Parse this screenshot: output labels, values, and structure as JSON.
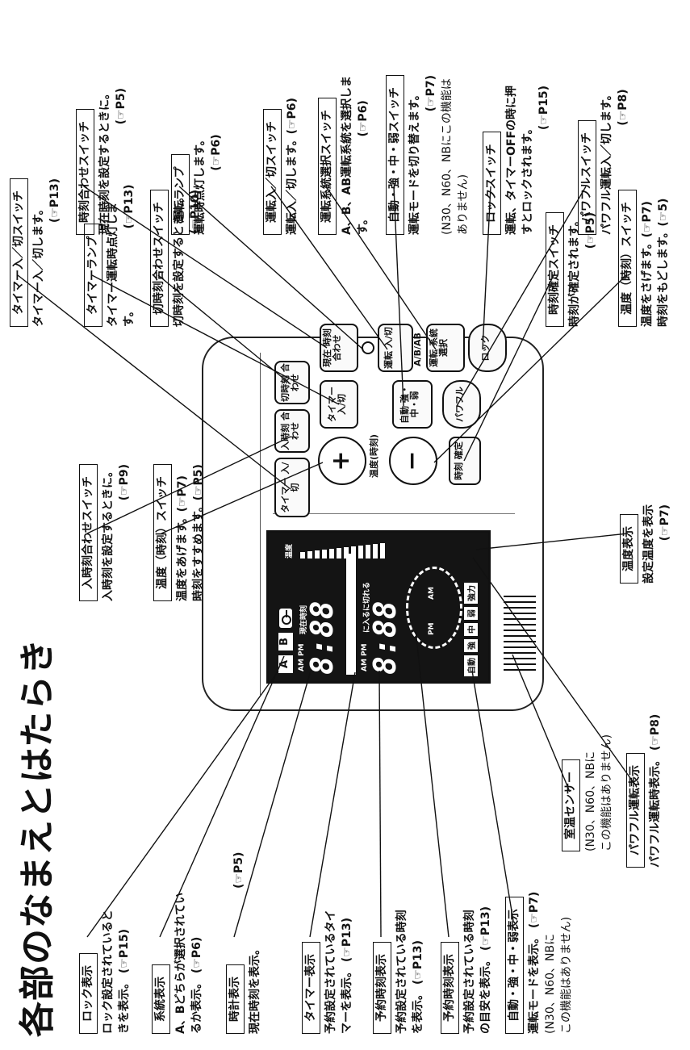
{
  "page_title": "各部のなまえとはたらき",
  "left_callouts": [
    {
      "label": "ロック表示",
      "desc": [
        "ロック設定されていると",
        "きを表示。"
      ],
      "page": "(☞P15)"
    },
    {
      "label": "系統表示",
      "desc": [
        "A、Bどちらが選択されてい",
        "るか表示。"
      ],
      "page": "(☞P6)"
    },
    {
      "label": "時計表示",
      "desc": [
        "現在時刻を表示。"
      ],
      "page": "(☞P5)"
    },
    {
      "label": "タイマー表示",
      "desc": [
        "予約設定されているタイ",
        "マーを表示。"
      ],
      "page": "(☞P13)"
    },
    {
      "label": "予約時刻表示",
      "desc": [
        "予約設定されている時刻",
        "を表示。"
      ],
      "page": "(☞P13)"
    },
    {
      "label": "予約時刻表示",
      "desc": [
        "予約設定されている時刻",
        "の目安を表示。"
      ],
      "page": "(☞P13)"
    },
    {
      "label": "自動・強・中・弱表示",
      "desc": [
        "運転モードを表示。"
      ],
      "page": "(☞P7)",
      "note": [
        "(N30、N60、NBに",
        "この機能はありません)"
      ]
    }
  ],
  "lower_callouts": [
    {
      "label": "室温センサー",
      "note": [
        "(N30、N60、NBに",
        "この機能はありません)"
      ]
    },
    {
      "label": "パワフル運転表示",
      "desc": [
        "パワフル運転時表示。"
      ],
      "page": "(☞P8)"
    },
    {
      "label": "温度表示",
      "desc": [
        "設定温度を表示"
      ],
      "page": "(☞P7)"
    }
  ],
  "mid_callouts": [
    {
      "label": "入時刻合わせスイッチ",
      "desc": [
        "入時刻を設定するときに。"
      ],
      "page": "(☞P9)"
    },
    {
      "label": "温度（時刻）スイッチ",
      "desc": [
        "温度をあげます。(☞P7)",
        "時刻をすすめます。(☞P5)"
      ]
    },
    {
      "label": "タイマー入／切スイッチ",
      "desc": [
        "タイマー入／切します。"
      ],
      "page": "(☞P13)"
    },
    {
      "label": "タイマーランプ",
      "desc": [
        "タイマー運転時点灯しま",
        "す。"
      ],
      "page": "(☞P13)"
    },
    {
      "label": "切時刻合わせスイッチ",
      "desc": [
        "切時刻を設定するときに。"
      ],
      "page": "(☞P10)"
    },
    {
      "label": "時刻確定スイッチ",
      "desc": [
        "時刻が確定されます。"
      ],
      "page": "(☞P5)"
    },
    {
      "label": "温度（時刻）スイッチ",
      "desc": [
        "温度をさげます。(☞P7)",
        "時刻をもどします。(☞5)"
      ]
    }
  ],
  "right_callouts": [
    {
      "label": "時刻合わせスイッチ",
      "desc": [
        "現在時刻を設定するときに。"
      ],
      "page": "(☞P5)"
    },
    {
      "label": "運転ランプ",
      "desc": [
        "運転時点灯します。"
      ],
      "page": "(☞P6)"
    },
    {
      "label": "運転入／切スイッチ",
      "desc": [
        "運転入／切します。(☞P6)"
      ]
    },
    {
      "label": "運転系統選択スイッチ",
      "desc": [
        "A、B、AB運転系統を選択しま",
        "す。"
      ],
      "page": "(☞P6)"
    },
    {
      "label": "自動・強・中・弱スイッチ",
      "desc": [
        "運転モードを切り替えます。"
      ],
      "page": "(☞P7)",
      "note": [
        "(N30、N60、NBにこの機能は",
        "ありません)"
      ]
    },
    {
      "label": "ロックスイッチ",
      "desc": [
        "運転、タイマーOFFの時に押",
        "すとロックされます。"
      ],
      "page": "(☞P15)"
    },
    {
      "label": "パワフルスイッチ",
      "desc": [
        "パワフル運転入／切します。"
      ],
      "page": "(☞P8)"
    }
  ],
  "lcd": {
    "clock_ampm": "AM PM",
    "clock_label": "現在時刻",
    "clock_value": "8:88",
    "timer_ampm": "AM PM",
    "timer_label": "に入るに切れる",
    "timer_value": "8:88",
    "sys_a": "A",
    "sys_b": "B",
    "mode_labels": [
      "自動",
      "強",
      "中",
      "弱"
    ],
    "dial_am": "AM",
    "dial_pm": "PM",
    "powerful": "強力",
    "temp_label": "温度"
  },
  "buttons": {
    "timer_on_off": "タイマー 入/切",
    "on_time_set": "入時刻 合わせ",
    "off_time_set": "切時刻 合わせ",
    "time_set": "現在 時刻 合わせ",
    "run": "運転 入/切",
    "ab_label": "A/B/AB",
    "system": "運転 系統 選択",
    "timer_run": "タイマー 入/切",
    "auto_mode": "自動 強・中・弱",
    "lock": "ロック",
    "powerful": "パワフル",
    "confirm": "時刻 確定",
    "temp_time_label": "温度(時刻)",
    "plus": "+",
    "minus": "−"
  }
}
